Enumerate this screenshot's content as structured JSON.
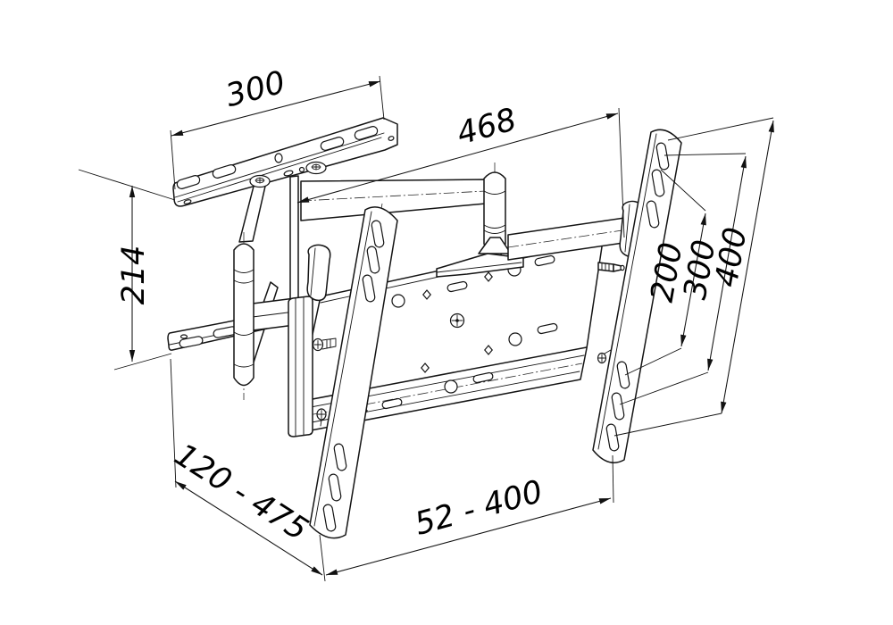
{
  "drawing": {
    "subject": "Articulating TV wall-mount bracket — isometric dimension drawing",
    "background_color": "#ffffff",
    "line_color": "#141414",
    "dimensions": {
      "wall_bracket_width": "300",
      "arm_extension": "468",
      "wall_bracket_height": "214",
      "vesa_height_small": "200",
      "vesa_height_medium": "300",
      "vesa_height_large": "400",
      "depth_range": "120 - 475",
      "mount_width_range": "52 - 400"
    }
  }
}
